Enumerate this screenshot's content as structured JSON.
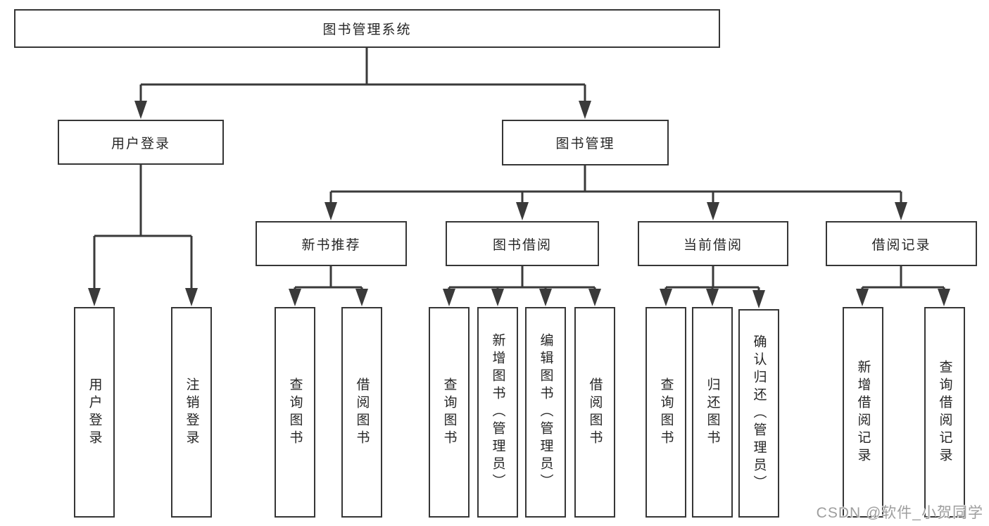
{
  "diagram": {
    "root": {
      "label": "图书管理系统"
    },
    "branches": [
      {
        "label": "用户登录",
        "children": [
          {
            "label": "用户登录"
          },
          {
            "label": "注销登录"
          }
        ]
      },
      {
        "label": "图书管理",
        "groups": [
          {
            "label": "新书推荐",
            "children": [
              {
                "label": "查询图书"
              },
              {
                "label": "借阅图书"
              }
            ]
          },
          {
            "label": "图书借阅",
            "children": [
              {
                "label": "查询图书"
              },
              {
                "label": "新增图书（管理员）"
              },
              {
                "label": "编辑图书（管理员）"
              },
              {
                "label": "借阅图书"
              }
            ]
          },
          {
            "label": "当前借阅",
            "children": [
              {
                "label": "查询图书"
              },
              {
                "label": "归还图书"
              },
              {
                "label": "确认归还（管理员）"
              }
            ]
          },
          {
            "label": "借阅记录",
            "children": [
              {
                "label": "新增借阅记录"
              },
              {
                "label": "查询借阅记录"
              }
            ]
          }
        ]
      }
    ]
  },
  "watermark": {
    "text": "CSDN @软件_小贺同学"
  },
  "colors": {
    "line": "#3a3a3a",
    "box_border": "#363636",
    "text": "#262626",
    "watermark": "#9e9e9e",
    "background": "#ffffff"
  }
}
